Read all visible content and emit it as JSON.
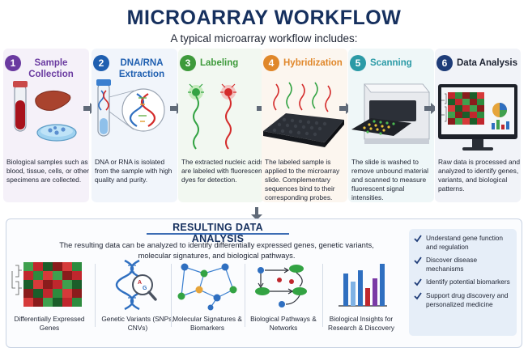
{
  "title": "MICROARRAY WORKFLOW",
  "subtitle": "A typical microarray workflow includes:",
  "steps": [
    {
      "num": "1",
      "label": "Sample Collection",
      "color": "#6a3aa0",
      "bg": "#f5f1f9",
      "desc": "Biological samples such as blood, tissue, cells, or other specimens are collected."
    },
    {
      "num": "2",
      "label": "DNA/RNA Extraction",
      "color": "#1f5fb0",
      "bg": "#f1f5fb",
      "desc": "DNA or RNA is isolated from the sample with high quality and purity."
    },
    {
      "num": "3",
      "label": "Labeling",
      "color": "#3e9a3b",
      "bg": "#f2f8f1",
      "desc": "The extracted nucleic acids are labeled with fluorescent dyes for detection."
    },
    {
      "num": "4",
      "label": "Hybridization",
      "color": "#e0872a",
      "bg": "#fcf6ef",
      "desc": "The labeled sample is applied to the microarray slide. Complementary sequences bind to their corresponding probes."
    },
    {
      "num": "5",
      "label": "Scanning",
      "color": "#2b9aa6",
      "bg": "#eff7f8",
      "desc": "The slide is washed to remove unbound material and scanned to measure fluorescent signal intensities."
    },
    {
      "num": "6",
      "label": "Data Analysis",
      "color": "#1e3c78",
      "bg": "#f1f3f8",
      "desc": "Raw data is processed and analyzed to identify genes, variants, and biological patterns."
    }
  ],
  "results": {
    "title": "RESULTING DATA ANALYSIS",
    "desc": "The resulting data can be analyzed to identify differentially expressed genes, genetic variants, molecular signatures, and biological pathways.",
    "outputs": [
      "Differentially Expressed Genes",
      "Genetic Variants (SNPs, CNVs)",
      "Molecular Signatures & Biomarkers",
      "Biological Pathways & Networks",
      "Biological Insights for Research & Discovery"
    ],
    "benefits": [
      "Understand gene function and regulation",
      "Discover disease mechanisms",
      "Identify potential biomarkers",
      "Support drug discovery and personalized medicine"
    ]
  },
  "colors": {
    "title": "#16305e",
    "arrow": "#606a78",
    "red": "#d42b2b",
    "green": "#33a343",
    "blue": "#2f6fc0"
  }
}
